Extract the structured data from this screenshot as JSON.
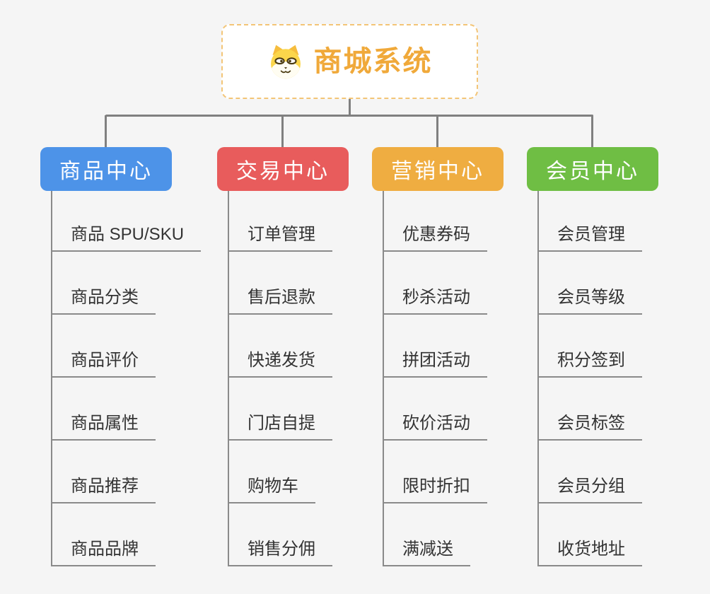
{
  "root": {
    "title": "商城系统"
  },
  "icons": {
    "root_icon": "shiba-dog-face-icon"
  },
  "branches": [
    {
      "label": "商品中心",
      "color": "#4d93e8",
      "children": [
        "商品 SPU/SKU",
        "商品分类",
        "商品评价",
        "商品属性",
        "商品推荐",
        "商品品牌"
      ]
    },
    {
      "label": "交易中心",
      "color": "#e85c5c",
      "children": [
        "订单管理",
        "售后退款",
        "快递发货",
        "门店自提",
        "购物车",
        "销售分佣"
      ]
    },
    {
      "label": "营销中心",
      "color": "#efad41",
      "children": [
        "优惠券码",
        "秒杀活动",
        "拼团活动",
        "砍价活动",
        "限时折扣",
        "满减送"
      ]
    },
    {
      "label": "会员中心",
      "color": "#6fbe44",
      "children": [
        "会员管理",
        "会员等级",
        "积分签到",
        "会员标签",
        "会员分组",
        "收货地址"
      ]
    }
  ],
  "style_tokens": {
    "root_accent": "#f0a93a",
    "root_border": "#f3c577",
    "connector_color": "#808080",
    "leaf_line_color": "#8a8a8a",
    "leaf_text_color": "#333333",
    "background": "#f5f5f5"
  }
}
